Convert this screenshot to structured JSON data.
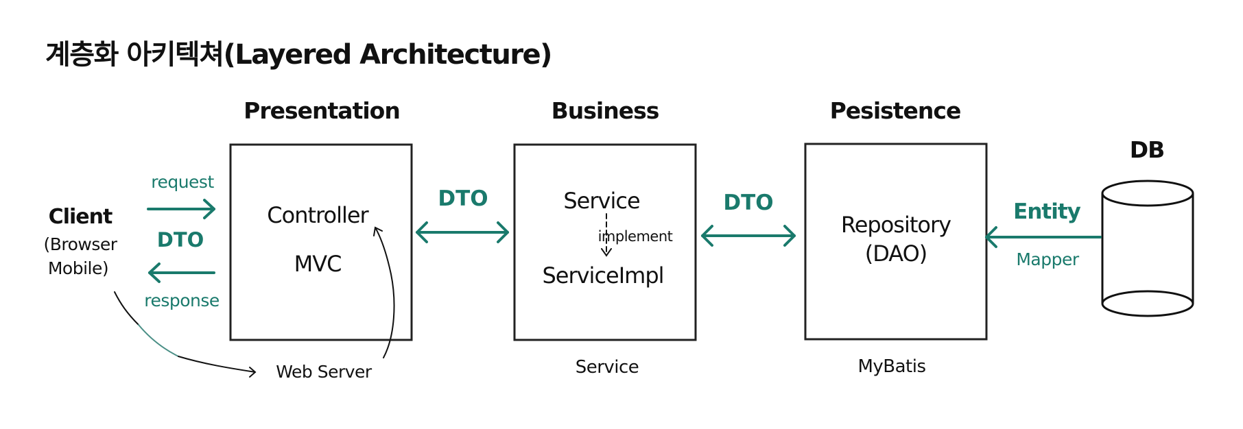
{
  "title": "계층화 아키텍쳐(Layered Architecture)",
  "layers": {
    "presentation": "Presentation",
    "business": "Business",
    "persistence": "Pesistence",
    "db": "DB"
  },
  "client": {
    "label": "Client",
    "sub1": "(Browser",
    "sub2": "Mobile)"
  },
  "client_arrows": {
    "request": "request",
    "dto": "DTO",
    "response": "response"
  },
  "presentation_box": {
    "controller": "Controller",
    "mvc": "MVC",
    "caption": "Web Server"
  },
  "link_presentation_business": "DTO",
  "business_box": {
    "service": "Service",
    "implement": "implement",
    "service_impl": "ServiceImpl",
    "caption": "Service"
  },
  "link_business_persistence": "DTO",
  "persistence_box": {
    "repository": "Repository",
    "dao": "(DAO)",
    "caption": "MyBatis"
  },
  "db_link": {
    "entity": "Entity",
    "mapper": "Mapper"
  },
  "colors": {
    "accent": "#1a7a6c",
    "line": "#222222"
  }
}
